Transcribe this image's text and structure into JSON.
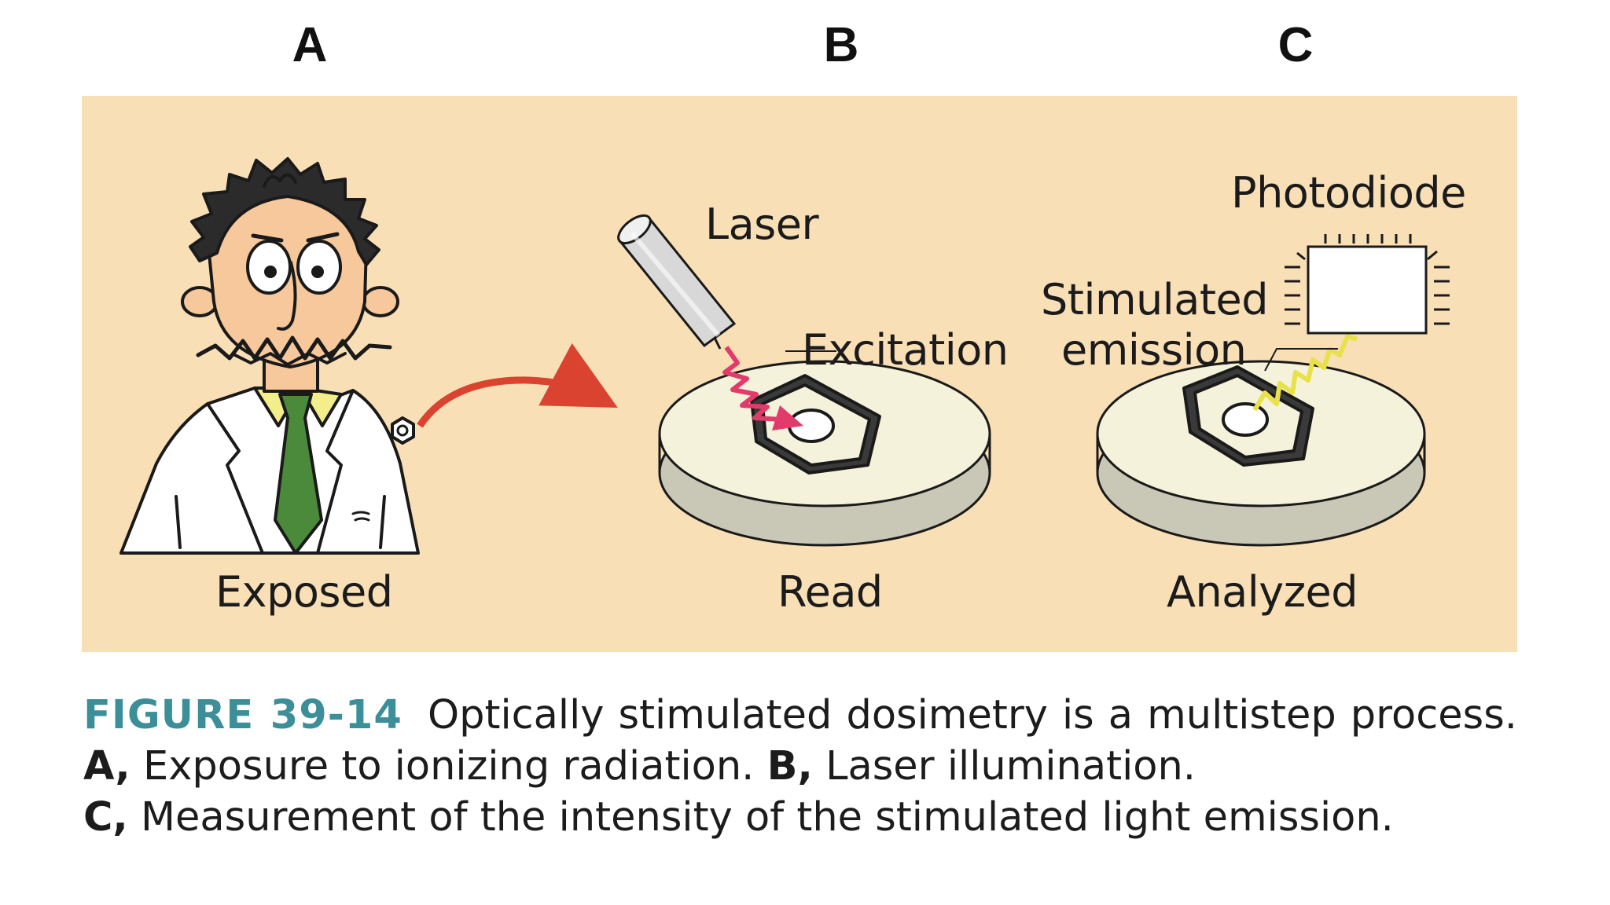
{
  "panels": {
    "a": {
      "letter": "A",
      "label": "Exposed"
    },
    "b": {
      "letter": "B",
      "label": "Read"
    },
    "c": {
      "letter": "C",
      "label": "Analyzed"
    }
  },
  "labels": {
    "laser": "Laser",
    "excitation": "Excitation",
    "photodiode": "Photodiode",
    "stimulated": "Stimulated",
    "emission": "emission"
  },
  "caption": {
    "figure": "FIGURE 39-14",
    "sentence1": "Optically stimulated dosimetry is a multistep process.",
    "a_marker": "A,",
    "a_text": "Exposure to ionizing radiation.",
    "b_marker": "B,",
    "b_text": "Laser illumination.",
    "c_marker": "C,",
    "c_text": "Measurement of the intensity of the stimulated light emission."
  },
  "colors": {
    "background": "#f8dfb6",
    "caption_accent": "#3c8f98",
    "arrow": "#d9432f",
    "tie": "#4a8a3a",
    "shirt": "#f2ee8a",
    "excitation_beam": "#e23a6a",
    "emission_beam": "#e8e14a",
    "disc": "#f4f2da"
  }
}
